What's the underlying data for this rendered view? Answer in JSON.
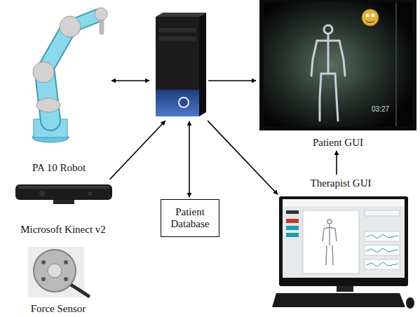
{
  "diagram": {
    "nodes": [
      {
        "text": [
          "PA 10 Robot"
        ]
      },
      {
        "text": []
      },
      {
        "text": [
          "Patient GUI"
        ]
      },
      {
        "text": [
          "Microsoft Kinect v2"
        ]
      },
      {
        "text": [
          "Patient Database"
        ]
      },
      {
        "text": [
          "Therapist GUI"
        ]
      },
      {
        "text": [
          "Force Sensor"
        ]
      }
    ],
    "edges": [
      {
        "from": 0,
        "to": 1,
        "arrow": "both"
      },
      {
        "from": 1,
        "to": 2,
        "arrow": "to"
      },
      {
        "from": 3,
        "to": 1,
        "arrow": "to"
      },
      {
        "from": 1,
        "to": 4,
        "arrow": "both"
      },
      {
        "from": 1,
        "to": 5,
        "arrow": "to"
      },
      {
        "from": 5,
        "to": 2,
        "arrow": "to"
      }
    ],
    "labels": [
      "03:27"
    ]
  }
}
